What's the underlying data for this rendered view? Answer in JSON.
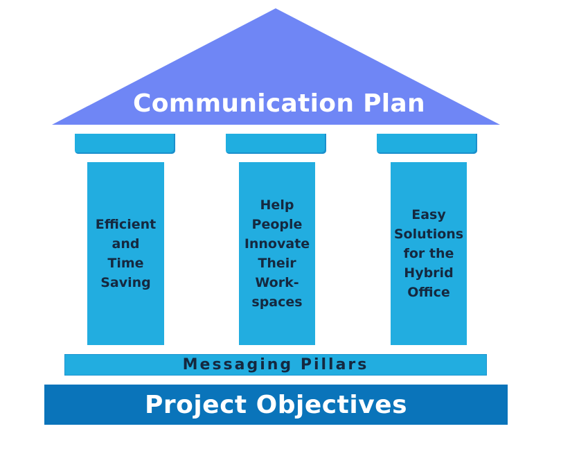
{
  "roof": {
    "title": "Communication Plan",
    "color": "#6f86f5"
  },
  "pillars": [
    {
      "label": "Efficient\nand\nTime\nSaving"
    },
    {
      "label": "Help\nPeople\nInnovate\nTheir\nWork-\nspaces"
    },
    {
      "label": "Easy\nSolutions\nfor the\nHybrid\nOffice"
    }
  ],
  "step": {
    "label": "Messaging Pillars",
    "color": "#22ade0"
  },
  "base": {
    "label": "Project Objectives",
    "color": "#0a74ba"
  },
  "colors": {
    "pillar": "#22ade0",
    "text_dark": "#15283f",
    "text_light": "#ffffff"
  }
}
